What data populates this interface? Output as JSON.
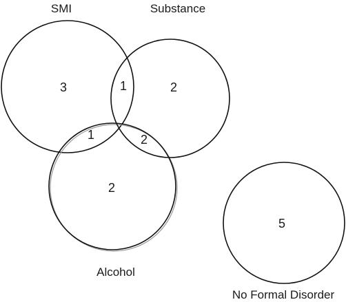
{
  "diagram": {
    "sets": [
      {
        "id": "smi",
        "label": "SMI"
      },
      {
        "id": "substance",
        "label": "Substance"
      },
      {
        "id": "alcohol",
        "label": "Alcohol"
      },
      {
        "id": "none",
        "label": "No Formal Disorder"
      }
    ],
    "regions": [
      {
        "sets": [
          "smi"
        ],
        "count": "3"
      },
      {
        "sets": [
          "smi",
          "substance"
        ],
        "count": "1"
      },
      {
        "sets": [
          "substance"
        ],
        "count": "2"
      },
      {
        "sets": [
          "smi",
          "alcohol"
        ],
        "count": "1"
      },
      {
        "sets": [
          "substance",
          "alcohol"
        ],
        "count": "2"
      },
      {
        "sets": [
          "alcohol"
        ],
        "count": "2"
      },
      {
        "sets": [
          "none"
        ],
        "count": "5"
      }
    ],
    "colors": {
      "outline": "#111111",
      "shadow": "#9a9a9a",
      "text": "#1a1a1a"
    }
  }
}
